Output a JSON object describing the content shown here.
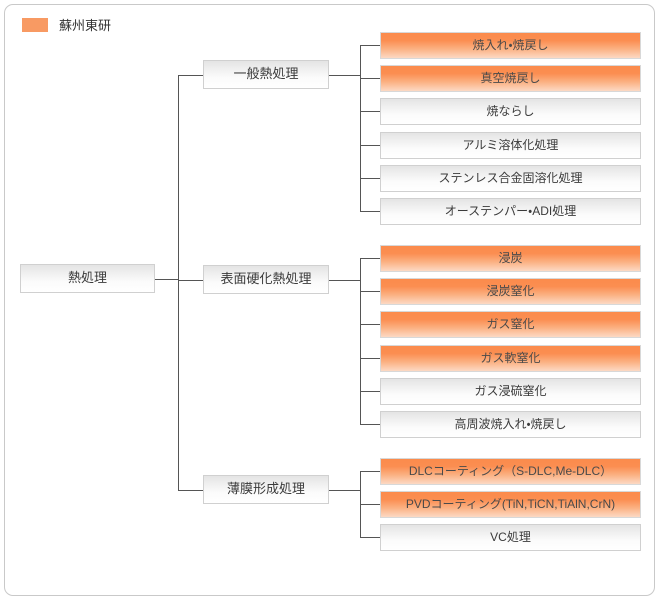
{
  "legend": {
    "swatch_color": "#f89a63",
    "label": "蘇州東研"
  },
  "colors": {
    "highlight": "#fb8b4c",
    "highlight_light": "#fcd9c4",
    "node_grey_top": "#e4e4e4",
    "node_grey_bottom": "#ffffff",
    "connector": "#555555",
    "frame_border": "#c9c9c9",
    "text": "#3a3a3a"
  },
  "root": {
    "label": "熱処理"
  },
  "branches": [
    {
      "label": "一般熱処理",
      "leaves": [
        {
          "label": "焼入れ・焼戻し",
          "highlighted": true
        },
        {
          "label": "真空焼戻し",
          "highlighted": true
        },
        {
          "label": "焼ならし",
          "highlighted": false
        },
        {
          "label": "アルミ溶体化処理",
          "highlighted": false
        },
        {
          "label": "ステンレス合金固溶化処理",
          "highlighted": false
        },
        {
          "label": "オーステンパー・ADI処理",
          "highlighted": false
        }
      ]
    },
    {
      "label": "表面硬化熱処理",
      "leaves": [
        {
          "label": "浸炭",
          "highlighted": true
        },
        {
          "label": "浸炭窒化",
          "highlighted": true
        },
        {
          "label": "ガス窒化",
          "highlighted": true
        },
        {
          "label": "ガス軟窒化",
          "highlighted": true
        },
        {
          "label": "ガス浸硫窒化",
          "highlighted": false
        },
        {
          "label": "高周波焼入れ・焼戻し",
          "highlighted": false
        }
      ]
    },
    {
      "label": "薄膜形成処理",
      "leaves": [
        {
          "label": "DLCコーティング（S-DLC,Me-DLC）",
          "highlighted": true
        },
        {
          "label": "PVDコーティング(TiN,TiCN,TiAlN,CrN)",
          "highlighted": true
        },
        {
          "label": "VC処理",
          "highlighted": false
        }
      ]
    }
  ]
}
